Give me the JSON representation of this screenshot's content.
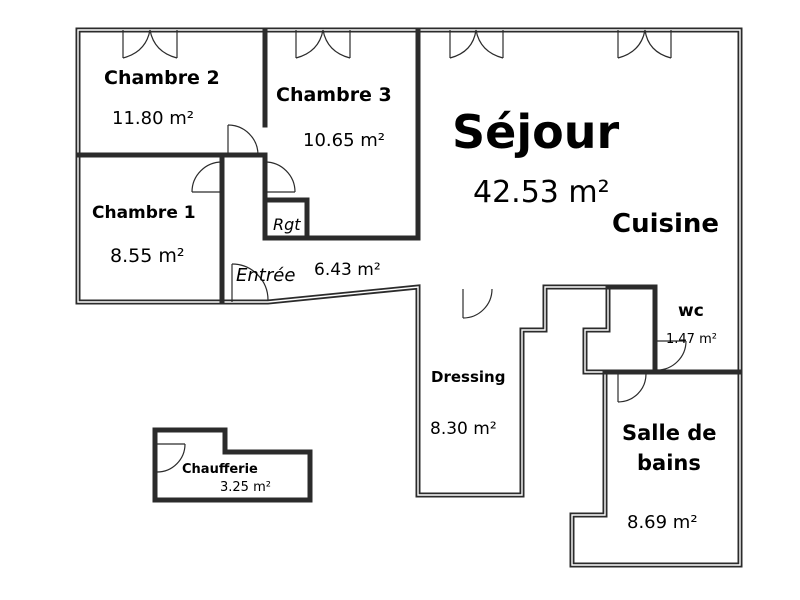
{
  "rooms": {
    "chambre2": {
      "name": "Chambre 2",
      "area": "11.80 m²"
    },
    "chambre3": {
      "name": "Chambre 3",
      "area": "10.65 m²"
    },
    "sejour": {
      "name": "Séjour",
      "area": "42.53 m²"
    },
    "cuisine": {
      "name": "Cuisine"
    },
    "chambre1": {
      "name": "Chambre 1",
      "area": "8.55 m²"
    },
    "rgt": {
      "name": "Rgt"
    },
    "entree": {
      "name": "Entrée",
      "area": "6.43 m²"
    },
    "wc": {
      "name": "wc",
      "area": "1.47 m²"
    },
    "dressing": {
      "name": "Dressing",
      "area": "8.30 m²"
    },
    "sdb": {
      "name_line1": "Salle de",
      "name_line2": "bains",
      "area": "8.69 m²"
    },
    "chaufferie": {
      "name": "Chaufferie",
      "area": "3.25 m²"
    }
  }
}
